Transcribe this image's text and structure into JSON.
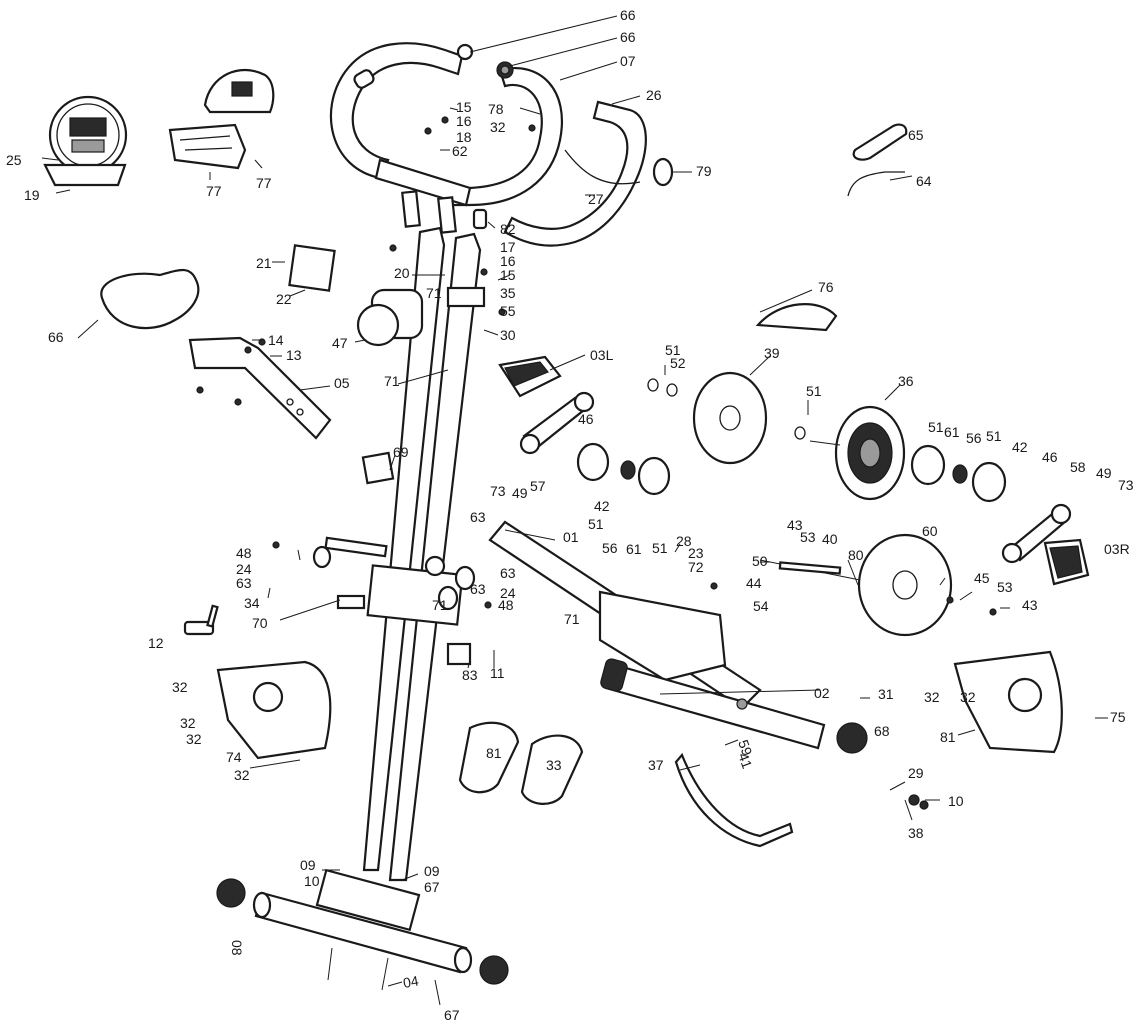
{
  "labels": [
    {
      "text": "66",
      "name": "callout-66-grip-end-left"
    },
    {
      "text": "66",
      "name": "callout-66-grip-end-right"
    },
    {
      "text": "07",
      "name": "callout-07-handlebar"
    },
    {
      "text": "26",
      "name": "callout-26-handlebar-grip"
    },
    {
      "text": "79",
      "name": "callout-79"
    },
    {
      "text": "78",
      "name": "callout-78"
    },
    {
      "text": "32",
      "name": "callout-32-handlebar"
    },
    {
      "text": "15",
      "name": "callout-15-top"
    },
    {
      "text": "16",
      "name": "callout-16"
    },
    {
      "text": "18",
      "name": "callout-18"
    },
    {
      "text": "62",
      "name": "callout-62"
    },
    {
      "text": "27",
      "name": "callout-27"
    },
    {
      "text": "82",
      "name": "callout-82"
    },
    {
      "text": "25",
      "name": "callout-25-console"
    },
    {
      "text": "19",
      "name": "callout-19"
    },
    {
      "text": "77",
      "name": "callout-77-left"
    },
    {
      "text": "77",
      "name": "callout-77-right"
    },
    {
      "text": "65",
      "name": "callout-65-wrench"
    },
    {
      "text": "64",
      "name": "callout-64-hex-key"
    },
    {
      "text": "21",
      "name": "callout-21"
    },
    {
      "text": "22",
      "name": "callout-22"
    },
    {
      "text": "20",
      "name": "callout-20"
    },
    {
      "text": "17",
      "name": "callout-17"
    },
    {
      "text": "16",
      "name": "callout-16-mid"
    },
    {
      "text": "15",
      "name": "callout-15-mid"
    },
    {
      "text": "35",
      "name": "callout-35"
    },
    {
      "text": "55",
      "name": "callout-55"
    },
    {
      "text": "71",
      "name": "callout-71-upper"
    },
    {
      "text": "30",
      "name": "callout-30"
    },
    {
      "text": "47",
      "name": "callout-47"
    },
    {
      "text": "71",
      "name": "callout-71-middle"
    },
    {
      "text": "76",
      "name": "callout-76"
    },
    {
      "text": "66",
      "name": "callout-66-seat"
    },
    {
      "text": "14",
      "name": "callout-14"
    },
    {
      "text": "13",
      "name": "callout-13"
    },
    {
      "text": "05",
      "name": "callout-05-seat-post"
    },
    {
      "text": "03L",
      "name": "callout-03l-pedal-left"
    },
    {
      "text": "51",
      "name": "callout-51-a"
    },
    {
      "text": "52",
      "name": "callout-52"
    },
    {
      "text": "39",
      "name": "callout-39"
    },
    {
      "text": "36",
      "name": "callout-36"
    },
    {
      "text": "51",
      "name": "callout-51-b"
    },
    {
      "text": "46",
      "name": "callout-46-left"
    },
    {
      "text": "73",
      "name": "callout-73-left"
    },
    {
      "text": "49",
      "name": "callout-49-left"
    },
    {
      "text": "57",
      "name": "callout-57"
    },
    {
      "text": "42",
      "name": "callout-42-left"
    },
    {
      "text": "51",
      "name": "callout-51-c"
    },
    {
      "text": "56",
      "name": "callout-56-left"
    },
    {
      "text": "61",
      "name": "callout-61-left"
    },
    {
      "text": "51",
      "name": "callout-51-d"
    },
    {
      "text": "51",
      "name": "callout-51-e"
    },
    {
      "text": "61",
      "name": "callout-61-right"
    },
    {
      "text": "56",
      "name": "callout-56-right"
    },
    {
      "text": "51",
      "name": "callout-51-f"
    },
    {
      "text": "42",
      "name": "callout-42-right"
    },
    {
      "text": "46",
      "name": "callout-46-right"
    },
    {
      "text": "58",
      "name": "callout-58"
    },
    {
      "text": "49",
      "name": "callout-49-right"
    },
    {
      "text": "73",
      "name": "callout-73-right"
    },
    {
      "text": "03R",
      "name": "callout-03r-pedal-right"
    },
    {
      "text": "69",
      "name": "callout-69"
    },
    {
      "text": "63",
      "name": "callout-63-upper"
    },
    {
      "text": "01",
      "name": "callout-01-main-frame"
    },
    {
      "text": "28",
      "name": "callout-28"
    },
    {
      "text": "23",
      "name": "callout-23"
    },
    {
      "text": "72",
      "name": "callout-72"
    },
    {
      "text": "50",
      "name": "callout-50"
    },
    {
      "text": "43",
      "name": "callout-43-left"
    },
    {
      "text": "53",
      "name": "callout-53-left"
    },
    {
      "text": "40",
      "name": "callout-40"
    },
    {
      "text": "80",
      "name": "callout-80"
    },
    {
      "text": "60",
      "name": "callout-60-flywheel"
    },
    {
      "text": "44",
      "name": "callout-44"
    },
    {
      "text": "54",
      "name": "callout-54"
    },
    {
      "text": "45",
      "name": "callout-45"
    },
    {
      "text": "53",
      "name": "callout-53-right"
    },
    {
      "text": "43",
      "name": "callout-43-right"
    },
    {
      "text": "48",
      "name": "callout-48-left"
    },
    {
      "text": "24",
      "name": "callout-24-left"
    },
    {
      "text": "63",
      "name": "callout-63-left"
    },
    {
      "text": "34",
      "name": "callout-34"
    },
    {
      "text": "63",
      "name": "callout-63-mid"
    },
    {
      "text": "63",
      "name": "callout-63-center"
    },
    {
      "text": "71",
      "name": "callout-71-lower"
    },
    {
      "text": "24",
      "name": "callout-24-right"
    },
    {
      "text": "48",
      "name": "callout-48-right"
    },
    {
      "text": "70",
      "name": "callout-70"
    },
    {
      "text": "12",
      "name": "callout-12"
    },
    {
      "text": "71",
      "name": "callout-71-wire"
    },
    {
      "text": "83",
      "name": "callout-83"
    },
    {
      "text": "11",
      "name": "callout-11"
    },
    {
      "text": "02",
      "name": "callout-02-rear-stabilizer"
    },
    {
      "text": "31",
      "name": "callout-31"
    },
    {
      "text": "68",
      "name": "callout-68"
    },
    {
      "text": "32",
      "name": "callout-32-cover-left-top"
    },
    {
      "text": "32",
      "name": "callout-32-cover-left-a"
    },
    {
      "text": "32",
      "name": "callout-32-cover-left-b"
    },
    {
      "text": "32",
      "name": "callout-32-cover-left-c"
    },
    {
      "text": "74",
      "name": "callout-74-cover-left"
    },
    {
      "text": "32",
      "name": "callout-32-cover-right"
    },
    {
      "text": "32",
      "name": "callout-32-cover-right-b"
    },
    {
      "text": "75",
      "name": "callout-75-cover-right"
    },
    {
      "text": "81",
      "name": "callout-81-belt-a"
    },
    {
      "text": "81",
      "name": "callout-81-belt-b"
    },
    {
      "text": "33",
      "name": "callout-33"
    },
    {
      "text": "37",
      "name": "callout-37"
    },
    {
      "text": "59",
      "name": "callout-59"
    },
    {
      "text": "41",
      "name": "callout-41"
    },
    {
      "text": "29",
      "name": "callout-29"
    },
    {
      "text": "38",
      "name": "callout-38"
    },
    {
      "text": "10",
      "name": "callout-10-left"
    },
    {
      "text": "09",
      "name": "callout-09-left"
    },
    {
      "text": "10",
      "name": "callout-10-right"
    },
    {
      "text": "09",
      "name": "callout-09-right"
    },
    {
      "text": "67",
      "name": "callout-67-left"
    },
    {
      "text": "08",
      "name": "callout-08"
    },
    {
      "text": "04",
      "name": "callout-04-front-stabilizer"
    },
    {
      "text": "67",
      "name": "callout-67-right"
    }
  ]
}
